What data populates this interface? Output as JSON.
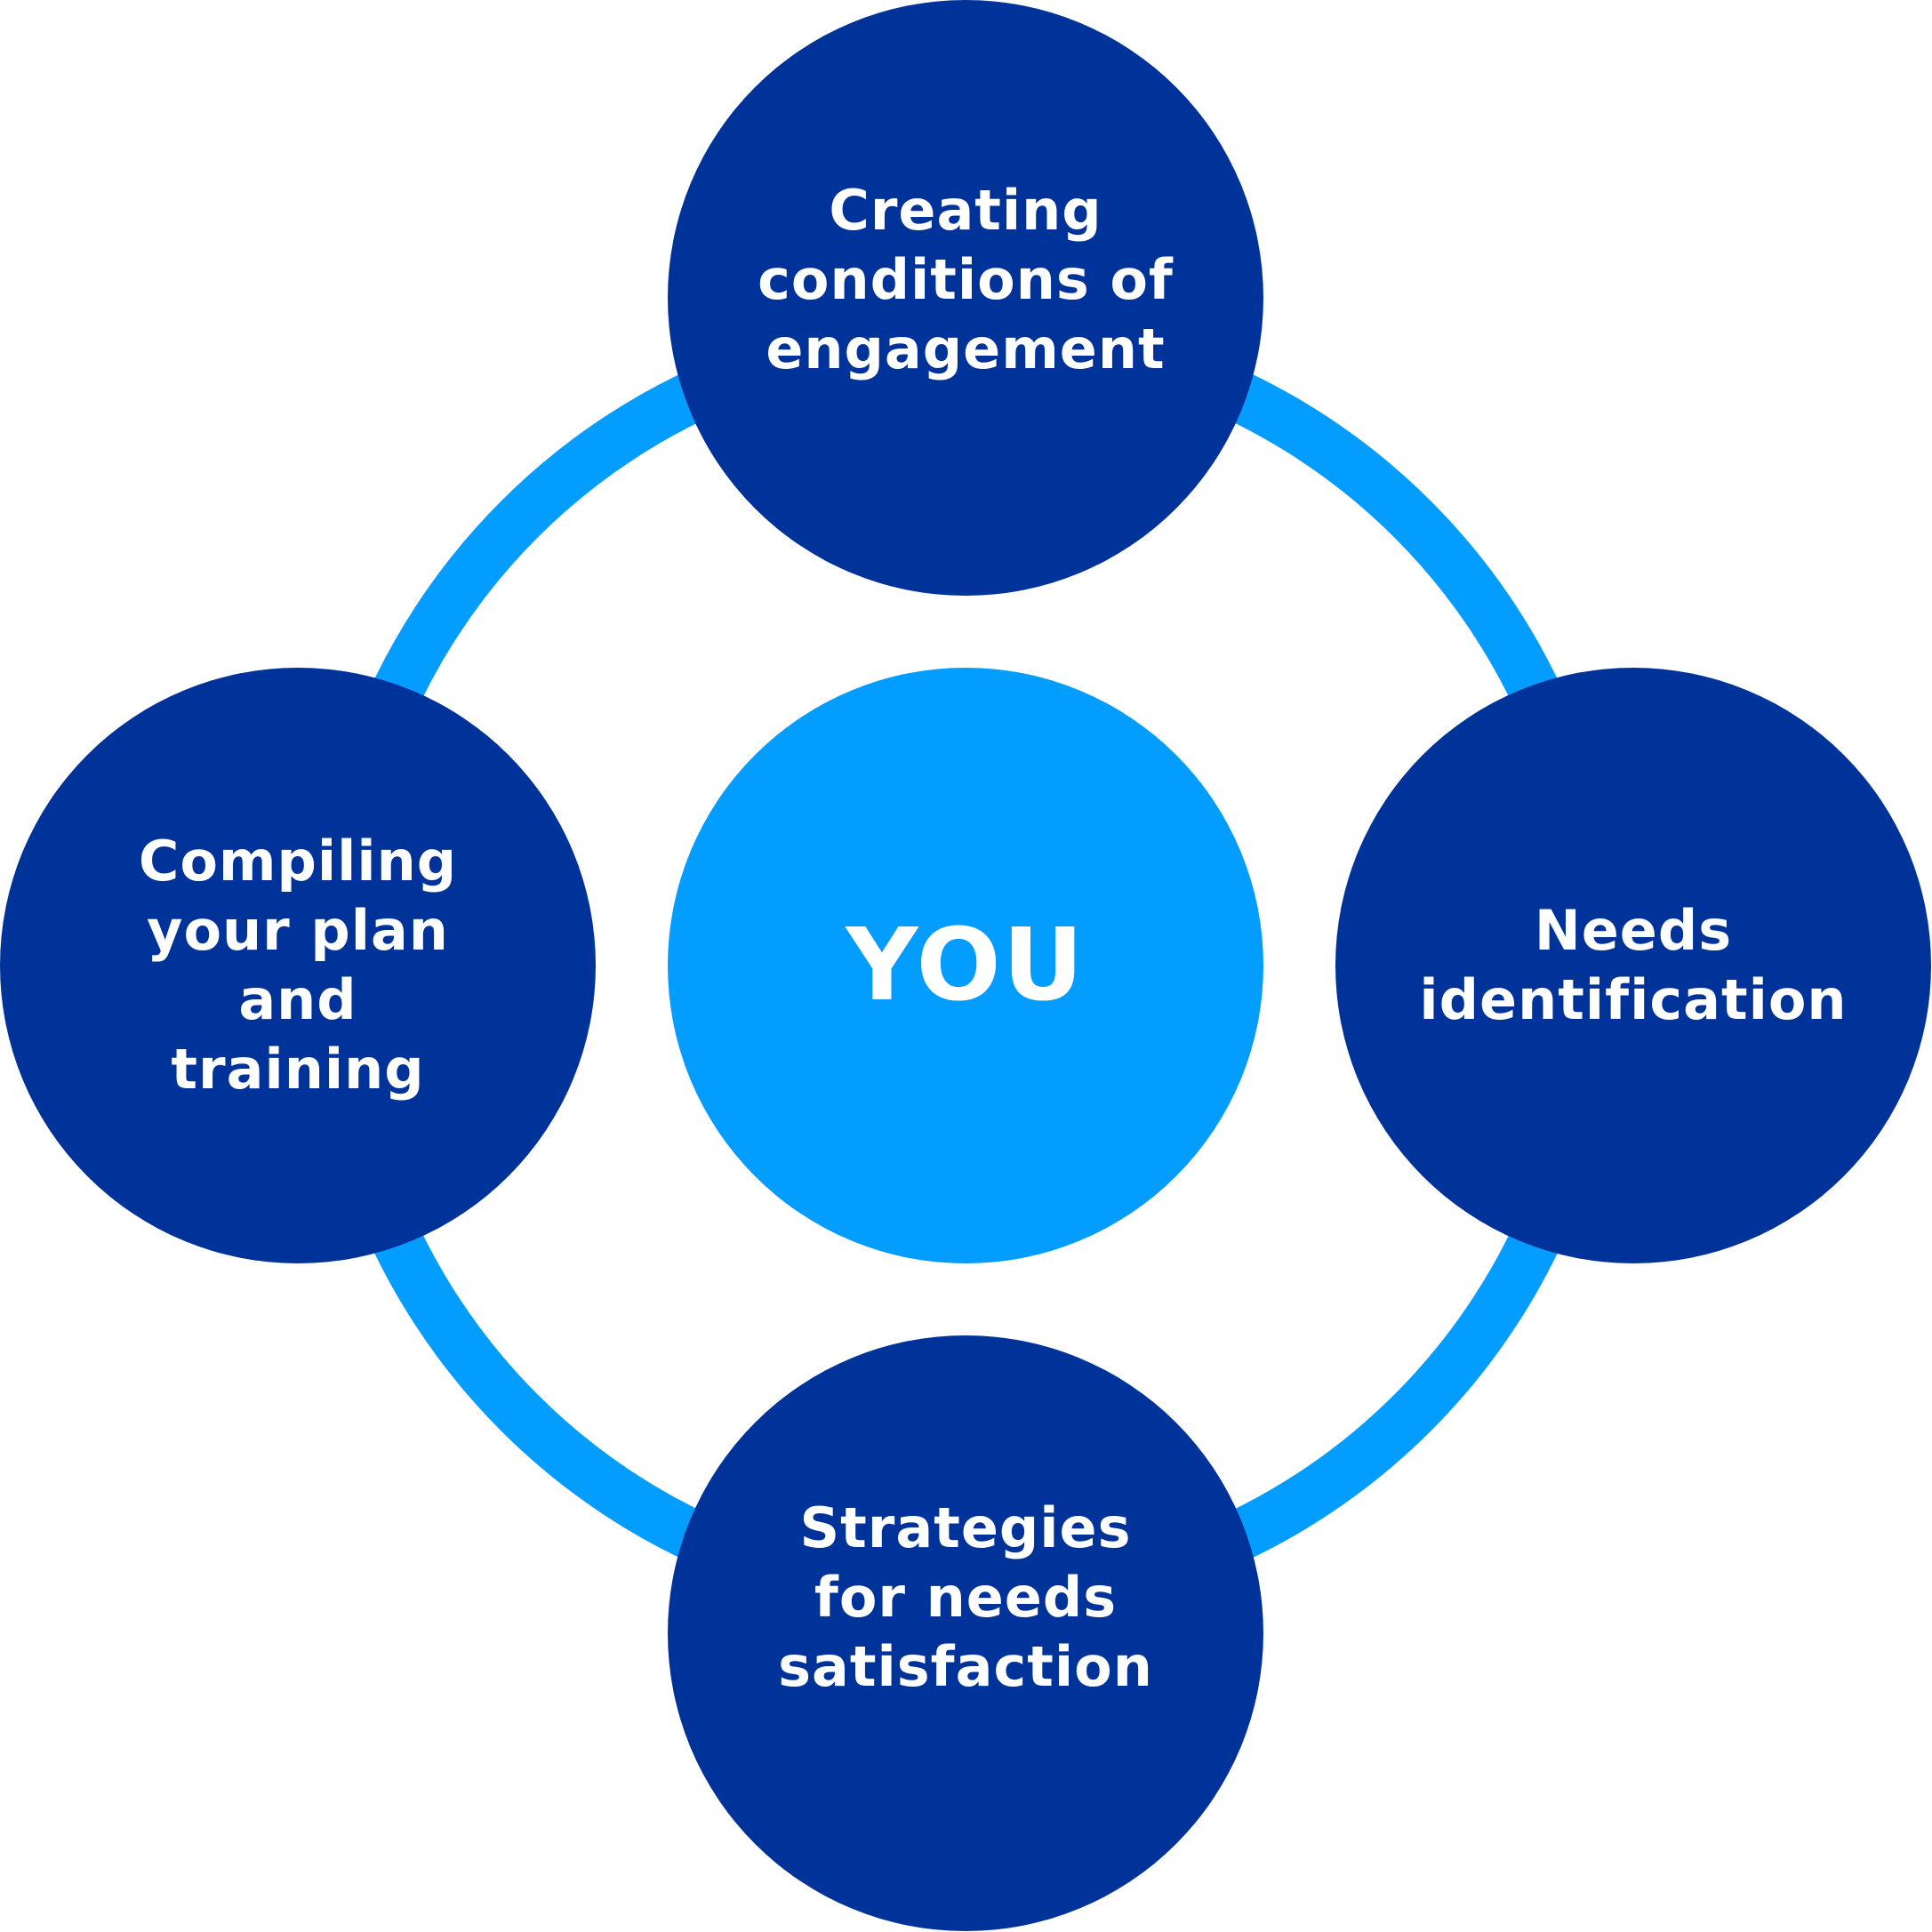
{
  "colors": {
    "node": "#003399",
    "center": "#039cff",
    "ring": "#039cff",
    "text": "#ffffff"
  },
  "center": {
    "label": "YOU"
  },
  "nodes": {
    "top": "Creating conditions of engagement",
    "right": "Needs identification",
    "bottom": "Strategies for needs satisfaction",
    "left": "Compiling your plan and training"
  }
}
